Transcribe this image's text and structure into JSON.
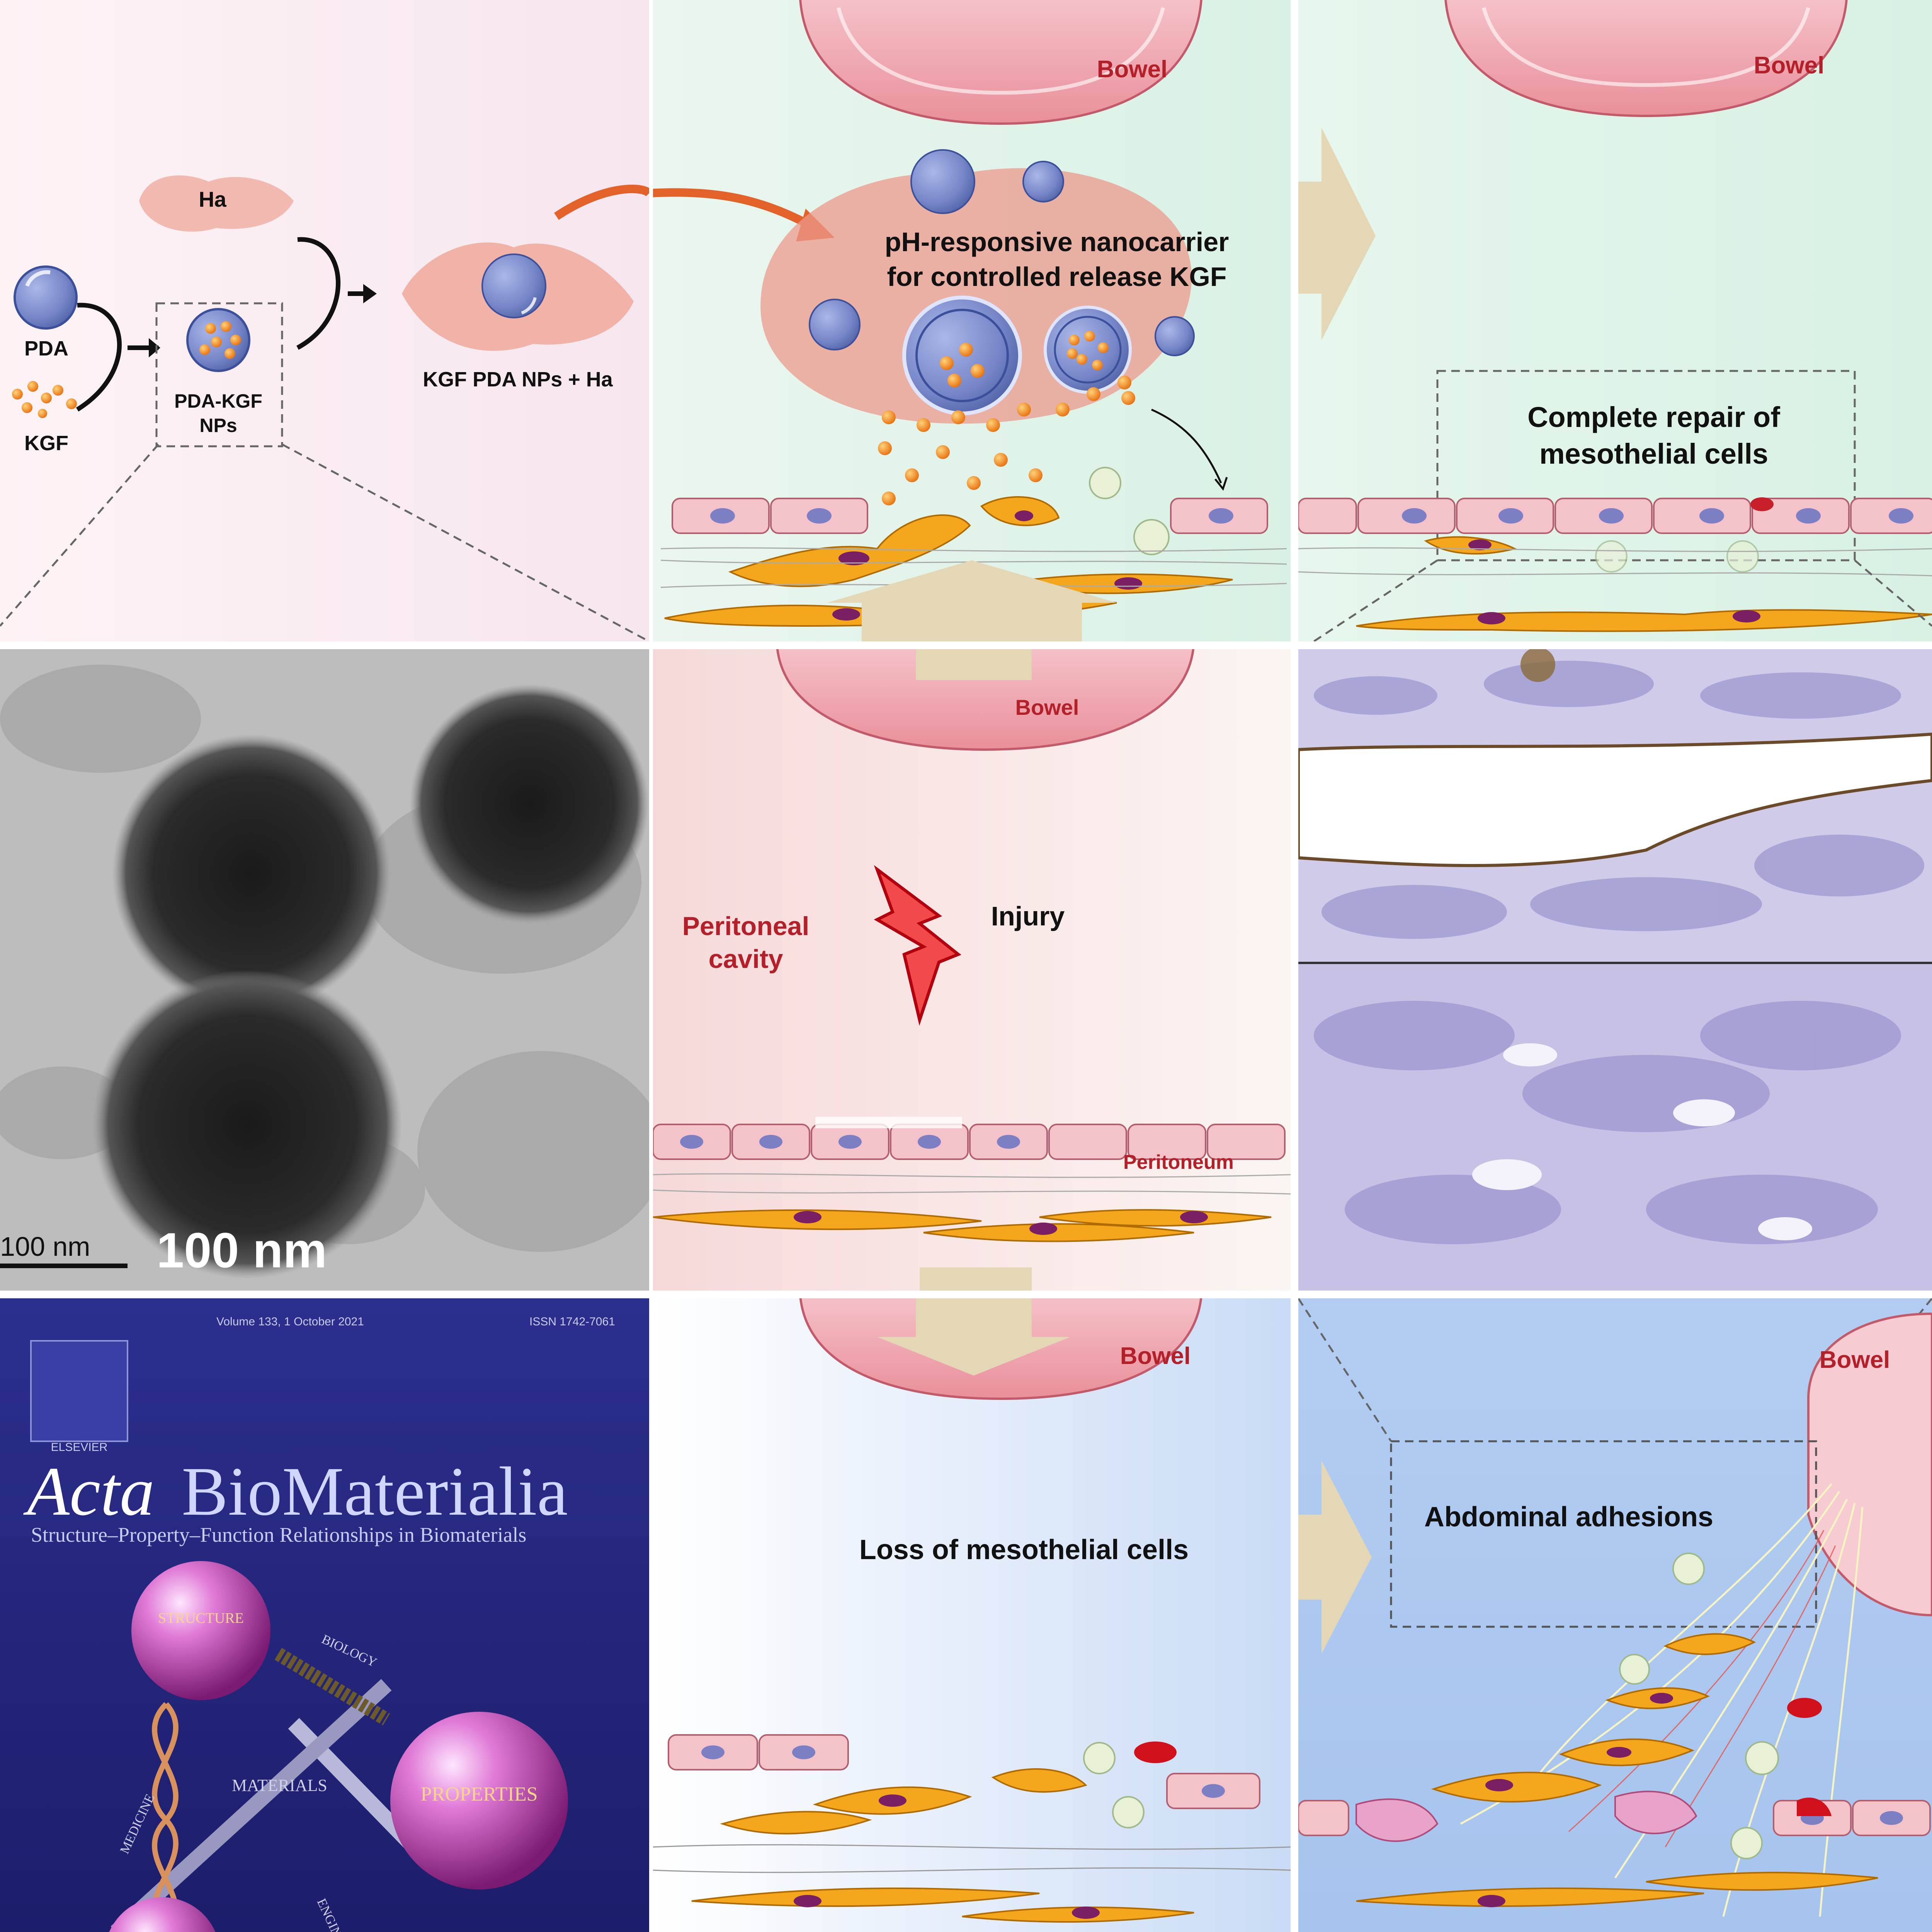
{
  "synthesis": {
    "ha_label": "Ha",
    "pda_label": "PDA",
    "kgf_label": "KGF",
    "pda_kgf_label_line1": "PDA-KGF",
    "pda_kgf_label_line2": "NPs",
    "product_label": "KGF PDA NPs + Ha"
  },
  "treatment": {
    "bowel_label": "Bowel",
    "nanocarrier_line1": "pH-responsive nanocarrier",
    "nanocarrier_line2": "for controlled release KGF"
  },
  "repair": {
    "bowel_label": "Bowel",
    "caption_line1": "Complete repair of",
    "caption_line2": "mesothelial cells"
  },
  "tem": {
    "scale_small": "100  nm",
    "scale_big": "100 nm"
  },
  "injury": {
    "bowel_label": "Bowel",
    "cavity_line1": "Peritoneal",
    "cavity_line2": "cavity",
    "injury_label": "Injury",
    "peritoneum_label": "Peritoneum"
  },
  "journal": {
    "volume_line": "Volume 133, 1 October 2021",
    "issn_line": "ISSN 1742-7061",
    "publisher": "ELSEVIER",
    "title_part1": "Acta",
    "title_part2": "BioMaterialia",
    "subtitle": "Structure–Property–Function Relationships in Biomaterials",
    "sphere1": "STRUCTURE",
    "sphere2": "PROPERTIES",
    "word_biology": "BIOLOGY",
    "word_materials": "MATERIALS",
    "word_medicine": "MEDICINE",
    "word_engineering": "ENGINEERING"
  },
  "loss": {
    "bowel_label": "Bowel",
    "caption": "Loss of mesothelial cells"
  },
  "adhesion": {
    "bowel_label": "Bowel",
    "caption": "Abdominal adhesions"
  },
  "colors": {
    "bowel_label": "#b3202a",
    "arrow_beige": "#e3d7b6",
    "np_blue": "#7d8ed0",
    "kgf_orange": "#f08a1c",
    "hydrogel_pink": "#e89a8c",
    "cell_pink": "#f4c3c9",
    "fibroblast": "#f4a71c",
    "adhesion_bg": "#a9c6ee"
  }
}
